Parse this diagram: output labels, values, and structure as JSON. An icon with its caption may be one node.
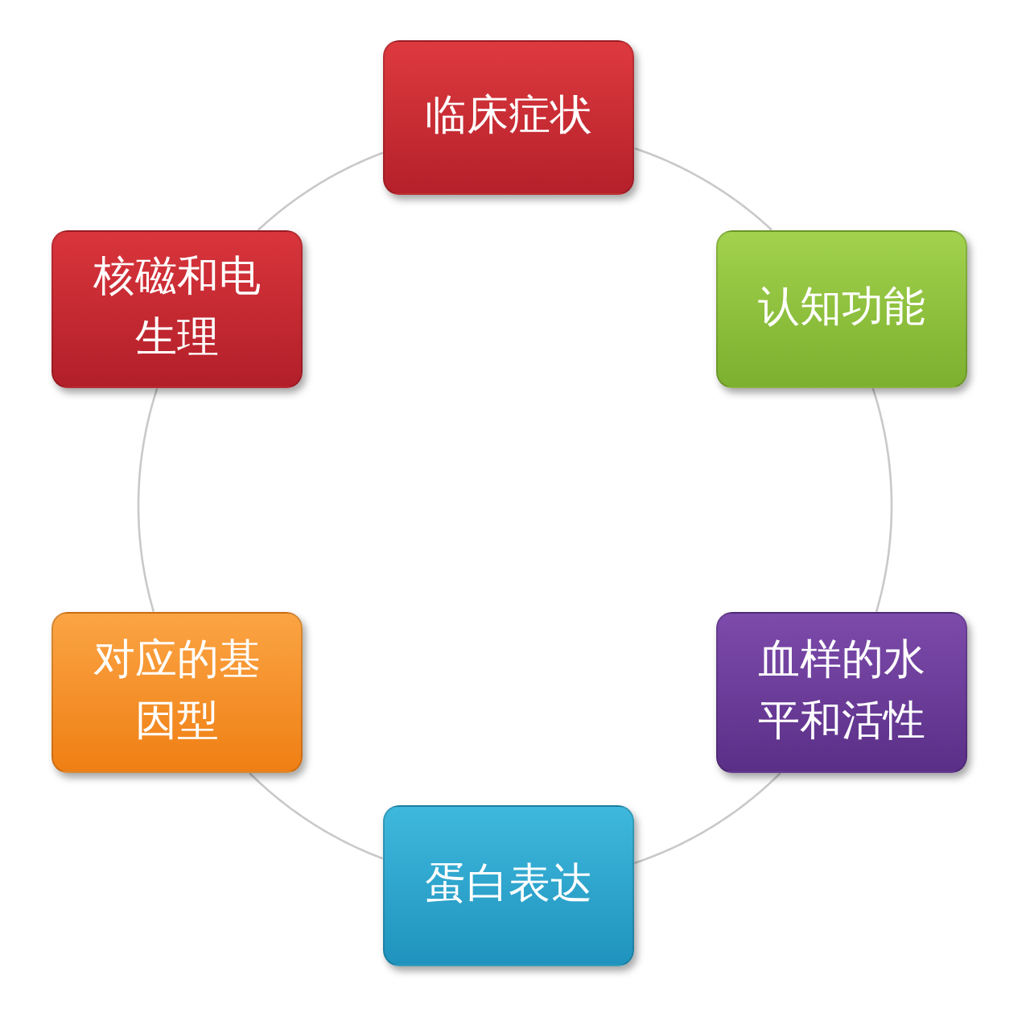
{
  "diagram": {
    "nodes": [
      {
        "text": [
          "临床症状"
        ]
      },
      {
        "text": [
          "认知功能"
        ]
      },
      {
        "text": [
          "血样的水平和活性"
        ]
      },
      {
        "text": [
          "蛋白表达"
        ]
      },
      {
        "text": [
          "对应的基因型"
        ]
      },
      {
        "text": [
          "核磁和电生理"
        ]
      }
    ],
    "edges": [
      {
        "from": 0,
        "to": 1,
        "arrow": "none"
      },
      {
        "from": 1,
        "to": 2,
        "arrow": "none"
      },
      {
        "from": 2,
        "to": 3,
        "arrow": "none"
      },
      {
        "from": 3,
        "to": 4,
        "arrow": "none"
      },
      {
        "from": 4,
        "to": 5,
        "arrow": "none"
      },
      {
        "from": 5,
        "to": 0,
        "arrow": "none"
      }
    ]
  }
}
